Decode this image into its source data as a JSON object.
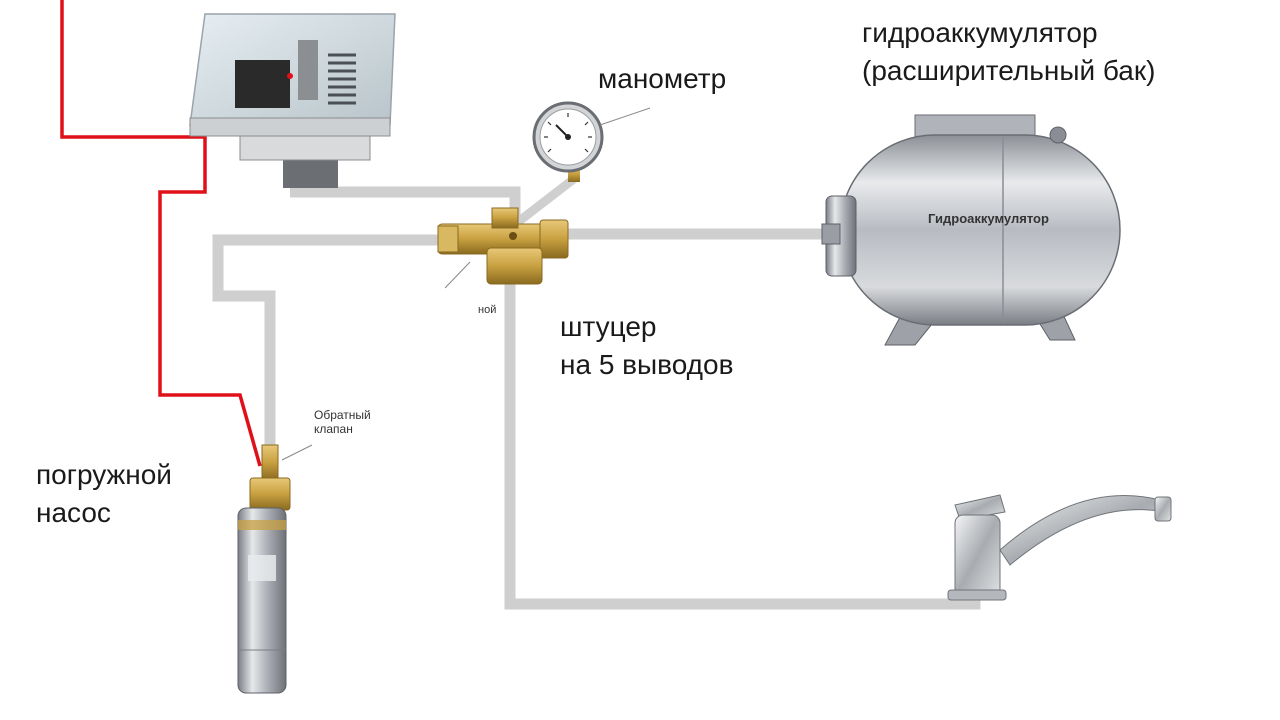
{
  "labels": {
    "tank_line1": "гидроаккумулятор",
    "tank_line2": "(расширительный бак)",
    "gauge": "манометр",
    "fitting_line1": "штуцер",
    "fitting_line2": "на 5 выводов",
    "pump_line1": "погружной",
    "pump_line2": "насос",
    "valve_line1": "Обратный",
    "valve_line2": "клапан",
    "tank_body": "Гидроаккумулятор",
    "fitting_fragment": "ной"
  },
  "colors": {
    "pipe": "#cfcfcf",
    "wire": "#e0101a",
    "brass": "#c8a040",
    "steel": "#b8bcc2"
  }
}
